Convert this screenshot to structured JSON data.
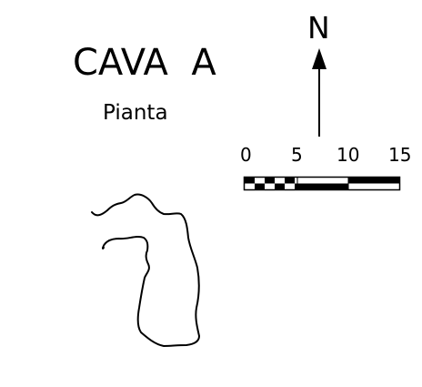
{
  "map": {
    "title": "CAVA  A",
    "subtitle": "Pianta",
    "north_arrow": {
      "label": "N"
    },
    "scale_bar": {
      "labels": [
        "0",
        "5",
        "10",
        "15"
      ]
    },
    "colors": {
      "ink": "#000000",
      "paper": "#ffffff"
    }
  }
}
